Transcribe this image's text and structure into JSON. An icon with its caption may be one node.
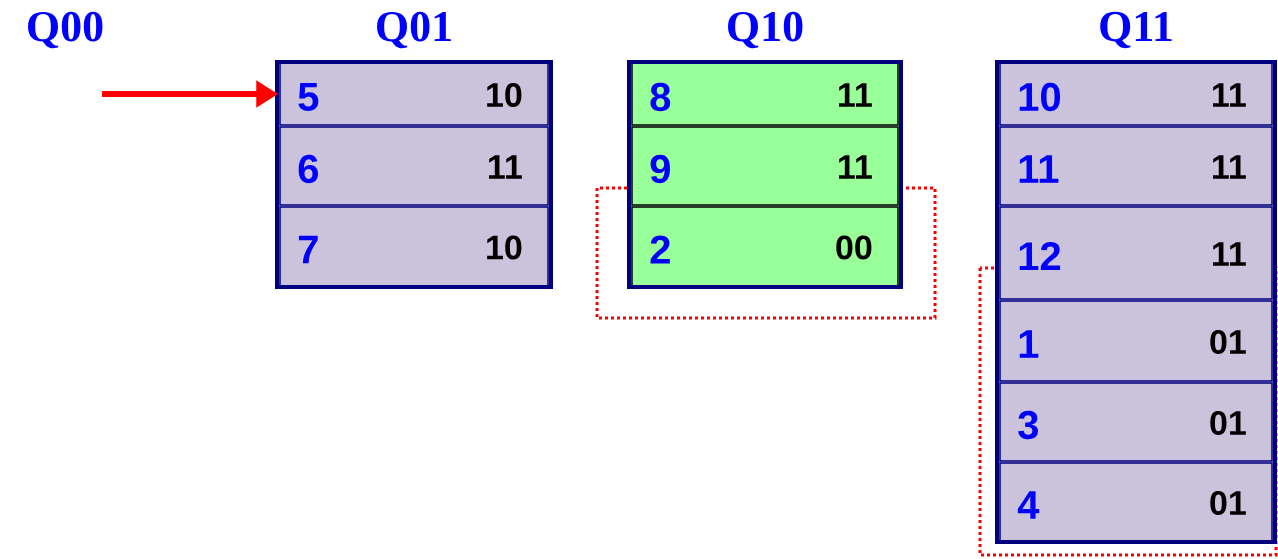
{
  "diagram": {
    "nodes": [
      {
        "text": [
          "Q01"
        ]
      },
      {
        "text": [
          "5",
          "10"
        ],
        "in": 0
      },
      {
        "text": [
          "6",
          "11"
        ],
        "in": 0
      },
      {
        "text": [
          "7",
          "10"
        ],
        "in": 0
      },
      {
        "text": [
          "Q10"
        ]
      },
      {
        "text": [
          "8",
          "11"
        ],
        "in": 4
      },
      {
        "text": [
          "9",
          "11"
        ],
        "in": 4
      },
      {
        "text": [
          "2",
          "00"
        ],
        "in": 4
      },
      {
        "text": [
          "Q11"
        ]
      },
      {
        "text": [
          "10",
          "11"
        ],
        "in": 8
      },
      {
        "text": [
          "11",
          "11"
        ],
        "in": 8
      },
      {
        "text": [
          "12",
          "11"
        ],
        "in": 8
      },
      {
        "text": [
          "1",
          "01"
        ],
        "in": 8
      },
      {
        "text": [
          "3",
          "01"
        ],
        "in": 8
      },
      {
        "text": [
          "4",
          "01"
        ],
        "in": 8
      }
    ],
    "edges": [
      {
        "from": null,
        "to": 1,
        "arrow": "to"
      }
    ],
    "labels": [
      "Q00"
    ]
  }
}
